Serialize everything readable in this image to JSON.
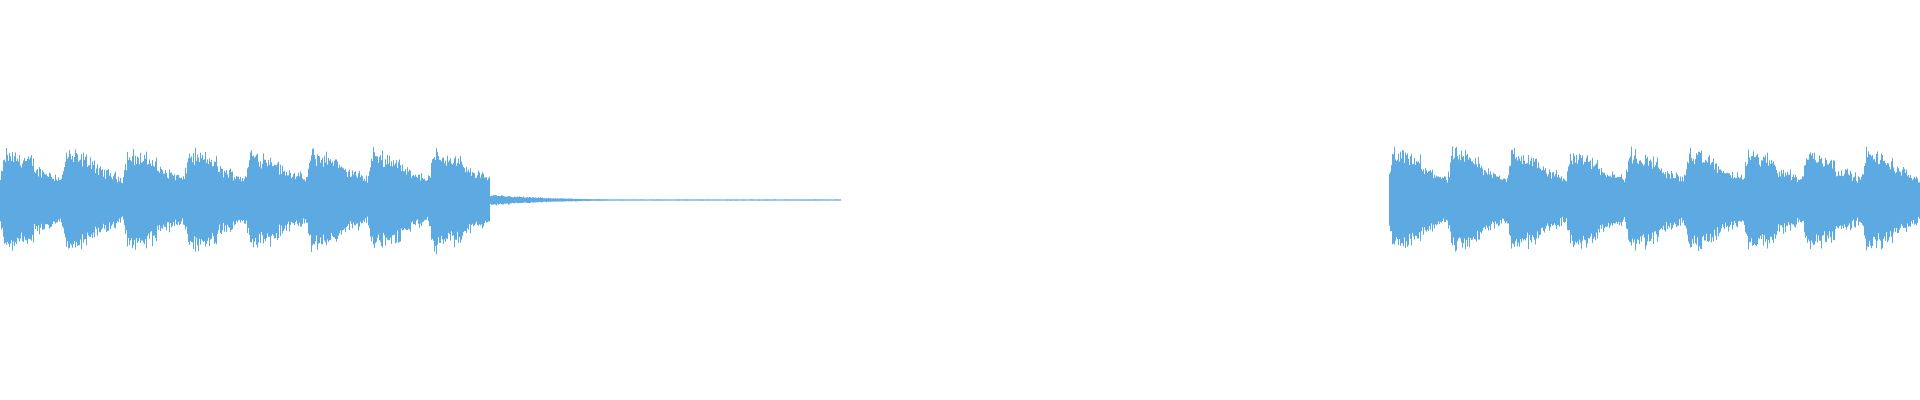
{
  "waveform": {
    "color": "#5DA9E1",
    "background": "#ffffff",
    "duration_fraction_segments": [
      {
        "start": 0.0,
        "end": 0.255,
        "kind": "active",
        "pulse_count": 8
      },
      {
        "start": 0.255,
        "end": 0.438,
        "kind": "decay-tail"
      },
      {
        "start": 0.438,
        "end": 0.723,
        "kind": "silence"
      },
      {
        "start": 0.723,
        "end": 1.0,
        "kind": "active",
        "pulse_count": 9
      }
    ]
  }
}
